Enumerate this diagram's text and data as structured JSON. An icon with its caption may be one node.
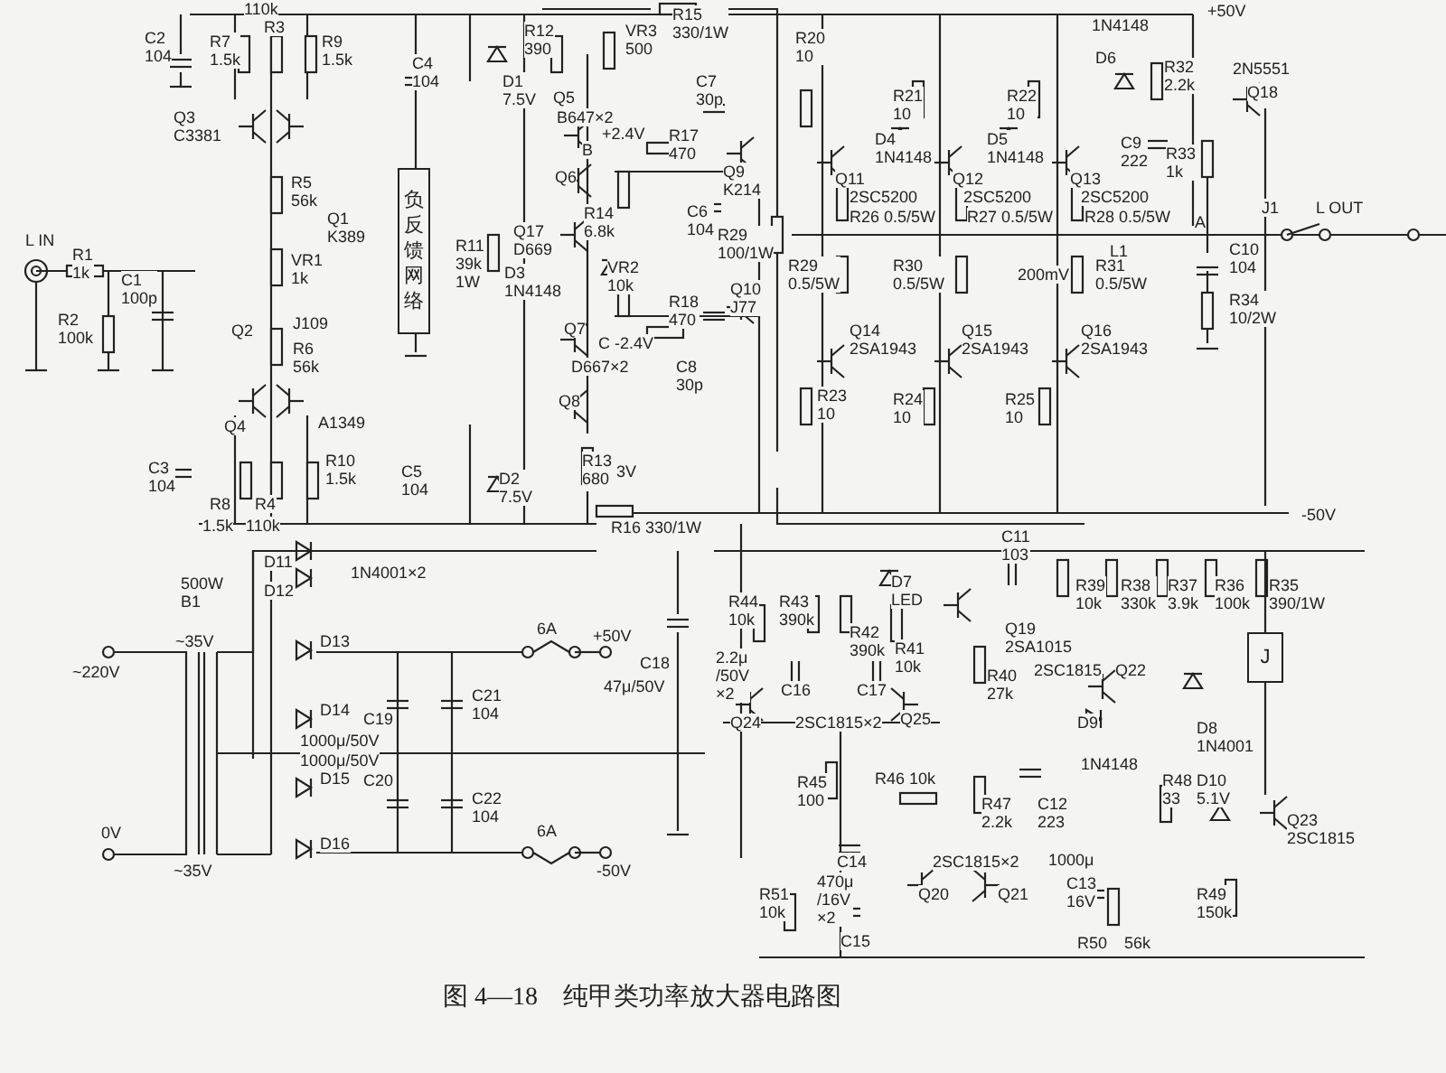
{
  "diagram": {
    "caption": "图 4—18　纯甲类功率放大器电路图",
    "nodes": [
      {
        "text": [
          "负反馈网络"
        ]
      },
      {
        "text": [
          "J"
        ]
      }
    ],
    "labels": [
      "110k",
      "C2 104",
      "R7 1.5k",
      "R3",
      "R9 1.5k",
      "Q3 C3381",
      "R5 56k",
      "Q1 K389",
      "L IN",
      "R1 1k",
      "VR1 1k",
      "C1 100p",
      "R2 100k",
      "Q2",
      "J109",
      "R6 56k",
      "Q4",
      "A1349",
      "C3 104",
      "R10 1.5k",
      "R8",
      "R4",
      "1.5k",
      "110k",
      "C4 104",
      "R12 390",
      "D1 7.5V",
      "VR3 500",
      "R15 330/1W",
      "Q5",
      "B647×2",
      "B",
      "+2.4V",
      "C7 30p",
      "R17 470",
      "Q6",
      "Q17 D669",
      "R14 6.8k",
      "C6 104",
      "Q9 K214",
      "R11 39k 1W",
      "D3 1N4148",
      "VR2 10k",
      "R29 100/1W",
      "R18 470",
      "Q10 J77",
      "C -2.4V",
      "D667×2",
      "Q7",
      "Q8",
      "C8 30p",
      "C5 104",
      "D2 7.5V",
      "R13 680",
      "3V",
      "R16 330/1W",
      "+50V",
      "R20 10",
      "1N4148",
      "D6",
      "R32 2.2k",
      "2N5551",
      "Q18",
      "R21 10",
      "R22 10",
      "D4 1N4148",
      "D5 1N4148",
      "C9 222",
      "R33 1k",
      "Q11",
      "Q12",
      "Q13",
      "2SC5200",
      "2SC5200",
      "2SC5200",
      "R26 0.5/5W",
      "R27 0.5/5W",
      "R28 0.5/5W",
      "L1",
      "A",
      "J1",
      "L OUT",
      "C10 104",
      "R29 0.5/5W",
      "R30 0.5/5W",
      "200mV",
      "R31 0.5/5W",
      "R34 10/2W",
      "Q14 2SA1943",
      "Q15 2SA1943",
      "Q16 2SA1943",
      "R23 10",
      "R24 10",
      "R25 10",
      "-50V",
      "D11",
      "D12",
      "1N4001×2",
      "500W B1",
      "~35V",
      "D13",
      "6A",
      "+50V",
      "C18",
      "47μ/50V",
      "~220V",
      "C21 104",
      "D14",
      "C19",
      "1000μ/50V",
      "1000μ/50V",
      "D15",
      "C20",
      "C22 104",
      "0V",
      "D16",
      "6A",
      "~35V",
      "-50V",
      "C11 103",
      "D7 LED",
      "R44 10k",
      "R43 390k",
      "R42 390k",
      "R41 10k",
      "R39 10k",
      "R38 330k",
      "R37 3.9k",
      "R36 100k",
      "R35 390/1W",
      "Q19 2SA1015",
      "2.2μ /50V ×2",
      "C16",
      "C17",
      "R40 27k",
      "2SC1815",
      "Q22",
      "Q24",
      "2SC1815×2",
      "Q25",
      "D9",
      "1N4148",
      "D8 1N4001",
      "R45 100",
      "R46 10k",
      "R48 33",
      "D10 5.1V",
      "R47 2.2k",
      "C12 223",
      "Q23 2SC1815",
      "C14",
      "2SC1815×2",
      "1000μ",
      "R51 10k",
      "470μ /16V ×2",
      "Q20",
      "Q21",
      "C13 16V",
      "C15",
      "R49 150k",
      "R50",
      "56k"
    ]
  }
}
